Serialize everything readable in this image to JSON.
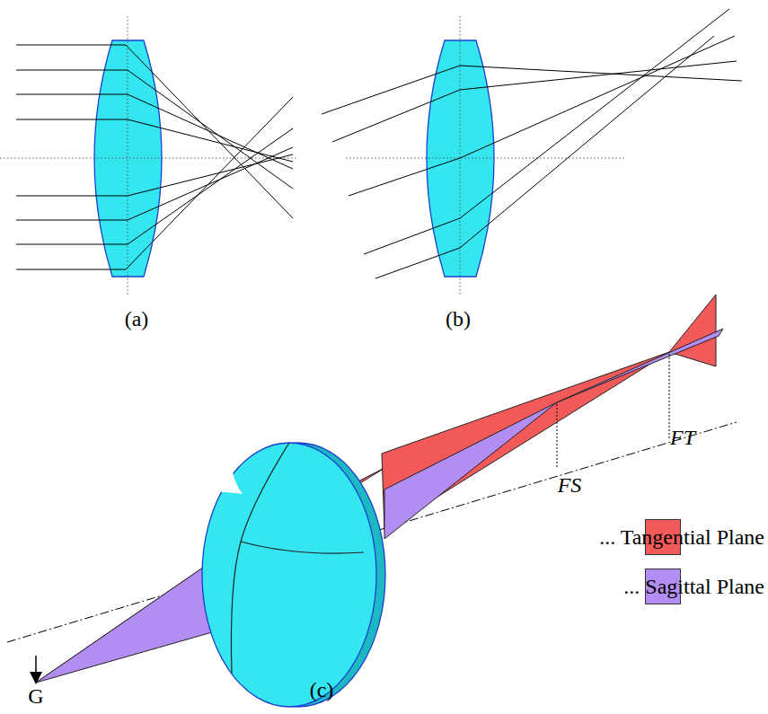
{
  "diagram": {
    "labels": [
      "(a)",
      "(b)",
      "(c)",
      "G",
      "FS",
      "FT"
    ],
    "legend": [
      {
        "text": "... Tangential Plane",
        "color": "#f25a5a"
      },
      {
        "text": "... Sagittal Plane",
        "color": "#b28ef2"
      }
    ]
  }
}
